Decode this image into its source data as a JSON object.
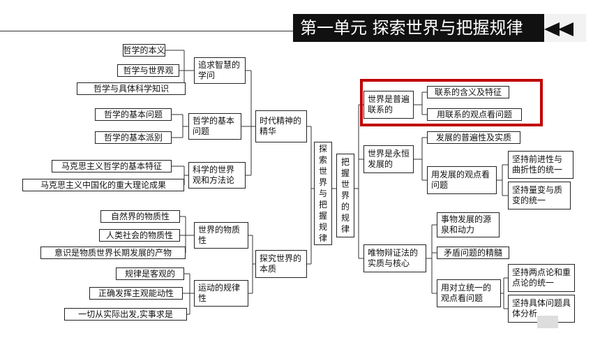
{
  "header": {
    "title": "第一单元 探索世界与把握规律",
    "nav_icon": "double-left-arrow-icon",
    "accent": "#111111"
  },
  "highlight": {
    "color": "#c00000"
  },
  "left": {
    "leaves1": [
      "哲学的本义",
      "哲学与世界观",
      "哲学与具体科学知识"
    ],
    "leaves2": [
      "哲学的基本问题",
      "哲学的基本派别"
    ],
    "leaves3": [
      "马克思主义哲学的基本特征",
      "马克思主义中国化的重大理论成果"
    ],
    "leaves4": [
      "自然界的物质性",
      "人类社会的物质性",
      "意识是物质世界长期发展的产物"
    ],
    "leaves5": [
      "规律是客观的",
      "正确发挥主观能动性",
      "一切从实际出发,实事求是"
    ],
    "mid": [
      "追求智慧的学问",
      "哲学的基本问题",
      "科学的世界观和方法论",
      "世界的物质性",
      "运动的规律性"
    ],
    "upper": [
      "时代精神的精华",
      "探究世界的本质"
    ]
  },
  "center": {
    "left_root": "探索世界与把握规律",
    "right_root": "把握世界的规律"
  },
  "right": {
    "branches": [
      "世界是普遍联系的",
      "世界是永恒发展的",
      "唯物辩证法的实质与核心"
    ],
    "leaves1": [
      "联系的含义及特征",
      "用联系的观点看问题"
    ],
    "leaves2": [
      "发展的普遍性及实质",
      "用发展的观点看问题"
    ],
    "leaves2b": [
      "坚持前进性与曲折性的统一",
      "坚持量变与质变的统一"
    ],
    "leaves3": [
      "事物发展的源泉和动力",
      "矛盾问题的精髓",
      "用对立统一的观点看问题"
    ],
    "leaves3b": [
      "坚持两点论和重点论的统一",
      "坚持具体问题具体分析"
    ]
  }
}
